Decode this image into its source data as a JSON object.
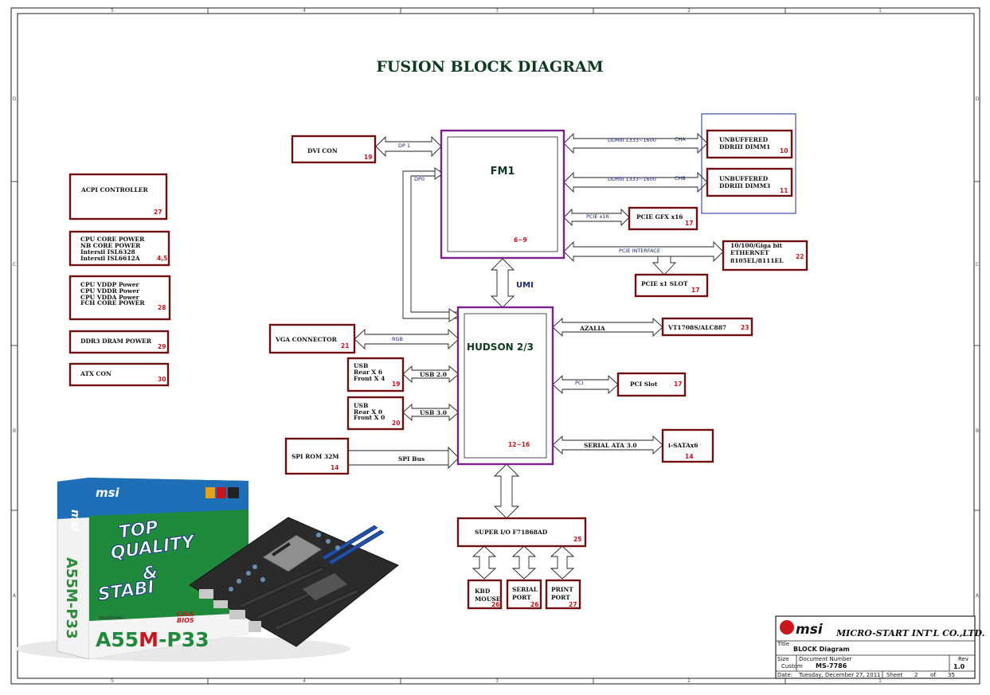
{
  "title": "FUSION BLOCK DIAGRAM",
  "zones": {
    "cols": [
      "5",
      "4",
      "3",
      "2",
      "1"
    ],
    "rows": [
      "D",
      "C",
      "B",
      "A"
    ]
  },
  "chips": {
    "fm1": {
      "label": "FM1",
      "page": "6~9"
    },
    "hudson": {
      "label": "HUDSON 2/3",
      "page": "12~16"
    }
  },
  "power": [
    {
      "lines": [
        "ACPI CONTROLLER"
      ],
      "page": "27"
    },
    {
      "lines": [
        "CPU CORE POWER",
        "NB CORE POWER",
        "Intersil ISL6328",
        "Intersil ISL6612A"
      ],
      "page": "4,5"
    },
    {
      "lines": [
        "CPU VDDP Power",
        "CPU VDDR Power",
        "CPU VDDA Power",
        "FCH CORE POWER"
      ],
      "page": "28"
    },
    {
      "lines": [
        "DDR3 DRAM POWER"
      ],
      "page": "29"
    },
    {
      "lines": [
        "ATX CON"
      ],
      "page": "30"
    }
  ],
  "blocks": {
    "dvi": {
      "label": "DVI CON",
      "page": "19"
    },
    "dimm1": {
      "lines": [
        "UNBUFFERED",
        "DDRIII DIMM1"
      ],
      "page": "10"
    },
    "dimm3": {
      "lines": [
        "UNBUFFERED",
        "DDRIII DIMM3"
      ],
      "page": "11"
    },
    "pcie16": {
      "label": "PCIE GFX x16",
      "page": "17"
    },
    "eth": {
      "lines": [
        "10/100/Giga bit",
        "ETHERNET",
        "8105EL/8111EL"
      ],
      "page": "22"
    },
    "pcie1": {
      "label": "PCIE x1 SLOT",
      "page": "17"
    },
    "vga": {
      "label": "VGA CONNECTOR",
      "page": "21"
    },
    "usb2": {
      "lines": [
        "USB",
        "Rear   X 6",
        "Front X 4"
      ],
      "page": "19"
    },
    "usb3": {
      "lines": [
        "USB",
        "Rear   X 0",
        "Front X 0"
      ],
      "page": "20"
    },
    "spi": {
      "label": "SPI ROM 32M",
      "page": "14"
    },
    "audio": {
      "label": "VT1708S/ALC887",
      "page": "23"
    },
    "pci": {
      "label": "PCI Slot",
      "page": "17"
    },
    "sata": {
      "label": "i-SATAx6",
      "page": "14"
    },
    "sio": {
      "label": "SUPER I/O F71868AD",
      "page": "25"
    },
    "kbd": {
      "lines": [
        "KBD",
        "MOUSE"
      ],
      "page": "26"
    },
    "serial": {
      "lines": [
        "SERIAL",
        "PORT"
      ],
      "page": "26"
    },
    "print": {
      "lines": [
        "PRINT",
        "PORT"
      ],
      "page": "27"
    }
  },
  "buses": {
    "dp1": "DP 1",
    "dp0": "DP0",
    "cha_speed": "DDRIII 1333~1600",
    "cha": "CHA",
    "chb_speed": "DDRIII 1333~1600",
    "chb": "CHB",
    "pcie_x16": "PCIE x16",
    "pcie_interface": "PCIE INTERFACE",
    "umi": "UMI",
    "rgb": "RGB",
    "usb20": "USB 2.0",
    "usb30": "USB 3.0",
    "spi_bus": "SPI Bus",
    "azalia": "AZALIA",
    "pci": "PCI",
    "sata30": "SERIAL ATA 3.0"
  },
  "product": {
    "brand": "msi",
    "slogan": [
      "TOP",
      "QUALITY",
      "&",
      "STABI"
    ],
    "model_prefix": "A55",
    "model_mid": "M",
    "model_suffix": "-P33",
    "side_model": "A55M-P33",
    "mainboard": "MAINBOARD",
    "click_bios": [
      "Click",
      "BIOS"
    ]
  },
  "title_block": {
    "logo": "msi",
    "company": "MICRO-START INT'L CO.,LTD.",
    "title_label": "Title",
    "title": "BLOCK Diagram",
    "size_label": "Size",
    "size": "Custom",
    "docnum_label": "Document Number",
    "docnum": "MS-7786",
    "rev_label": "Rev",
    "rev": "1.0",
    "date_label": "Date:",
    "date": "Tuesday, December 27, 2011",
    "sheet_label": "Sheet",
    "sheet": "2",
    "of_label": "of",
    "of": "35"
  },
  "colors": {
    "box": "#6e1010",
    "chip": "#7a1f8c",
    "page_ref": "#c8161d",
    "title": "#0e3b1f",
    "bus": "#1a2a7a"
  }
}
